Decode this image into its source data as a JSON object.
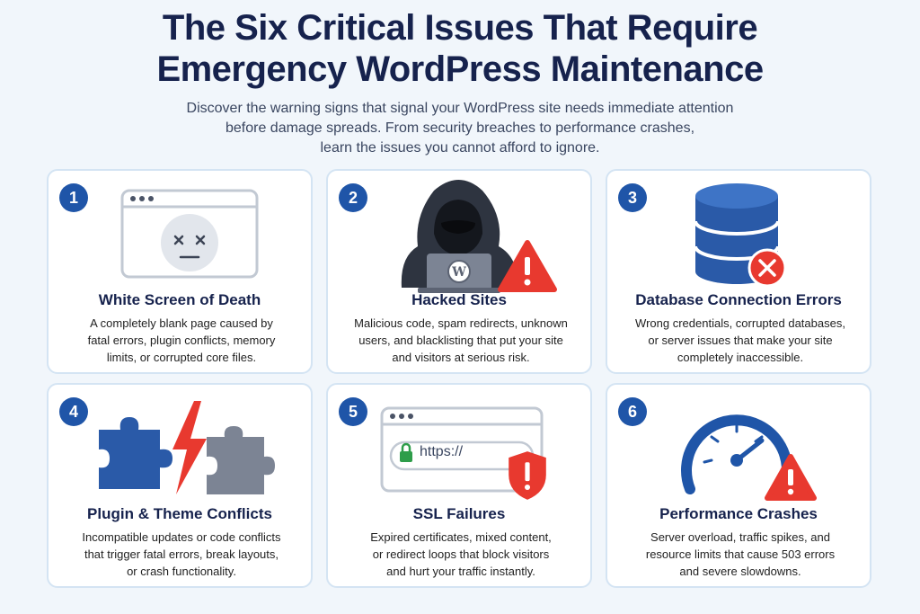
{
  "header": {
    "title_line1": "The Six Critical Issues That Require",
    "title_line2": "Emergency WordPress Maintenance",
    "subtitle_line1": "Discover the warning signs that signal your WordPress site needs immediate attention",
    "subtitle_line2": "before damage spreads. From security breaches to performance crashes,",
    "subtitle_line3": "learn the issues you cannot afford to ignore."
  },
  "cards": [
    {
      "number": "1",
      "title": "White Screen of Death",
      "desc": [
        "A completely blank page caused by",
        "fatal errors, plugin conflicts, memory",
        "limits, or corrupted core files."
      ],
      "icon": "blank-browser-sad-face-icon"
    },
    {
      "number": "2",
      "title": "Hacked Sites",
      "desc": [
        "Malicious code, spam redirects, unknown",
        "users, and blacklisting that put your site",
        "and visitors at serious risk."
      ],
      "icon": "hooded-hacker-icon"
    },
    {
      "number": "3",
      "title": "Database Connection Errors",
      "desc": [
        "Wrong credentials, corrupted databases,",
        "or server issues that make your site",
        "completely inaccessible."
      ],
      "icon": "database-error-icon"
    },
    {
      "number": "4",
      "title": "Plugin & Theme Conflicts",
      "desc": [
        "Incompatible updates or code conflicts",
        "that trigger fatal errors, break layouts,",
        "or crash functionality."
      ],
      "icon": "puzzle-pieces-lightning-icon"
    },
    {
      "number": "5",
      "title": "SSL Failures",
      "desc": [
        "Expired certificates, mixed content,",
        "or redirect loops that block visitors",
        "and hurt your traffic instantly."
      ],
      "icon": "https-shield-warning-icon",
      "url_text": "https://"
    },
    {
      "number": "6",
      "title": "Performance Crashes",
      "desc": [
        "Server overload, traffic spikes, and",
        "resource limits that cause 503 errors",
        "and severe slowdowns."
      ],
      "icon": "speedometer-warning-icon"
    }
  ],
  "colors": {
    "badge": "#1f55a8",
    "accent_blue": "#2a5aa8",
    "alert_red": "#e8392f",
    "title": "#16224d"
  }
}
